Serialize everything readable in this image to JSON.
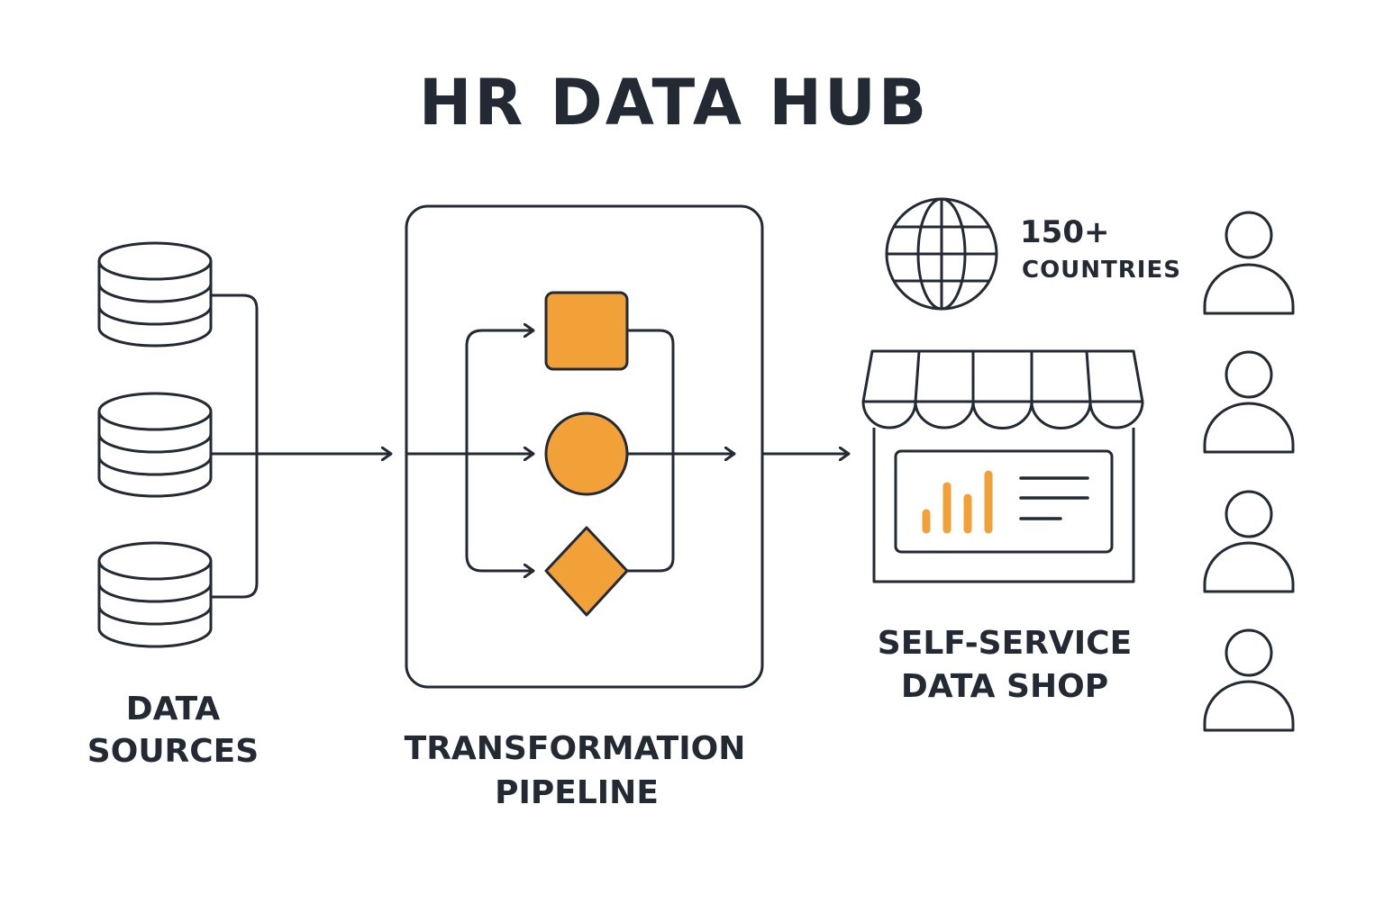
{
  "title": "HR DATA HUB",
  "sections": {
    "sources": {
      "line1": "DATA",
      "line2": "SOURCES"
    },
    "pipeline": {
      "line1": "TRANSFORMATION",
      "line2": "PIPELINE"
    },
    "shop": {
      "line1": "SELF-SERVICE",
      "line2": "DATA SHOP"
    }
  },
  "reach": {
    "count": "150+",
    "unit": "COUNTRIES"
  },
  "icons": {
    "sources": [
      "database-icon",
      "database-icon",
      "database-icon"
    ],
    "pipeline_steps": [
      "square-step-icon",
      "circle-step-icon",
      "diamond-step-icon"
    ],
    "reach": "globe-icon",
    "shop": "storefront-icon",
    "users": [
      "user-icon",
      "user-icon",
      "user-icon",
      "user-icon"
    ]
  },
  "colors": {
    "stroke": "#232a33",
    "accent": "#f2a038",
    "background": "#ffffff"
  }
}
